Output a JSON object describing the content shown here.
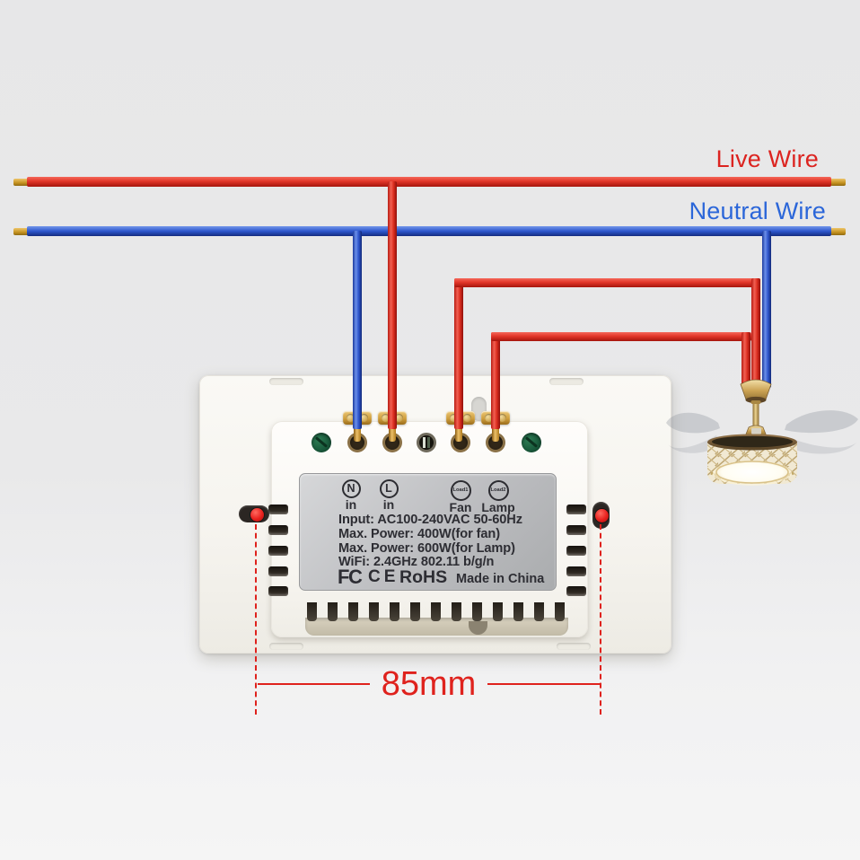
{
  "wires": {
    "live_label": "Live Wire",
    "neutral_label": "Neutral Wire"
  },
  "dimension": {
    "label": "85mm"
  },
  "device": {
    "terminals": [
      {
        "symbol": "N",
        "label": "in"
      },
      {
        "symbol": "L",
        "label": "in"
      },
      {
        "symbol": "Load1",
        "label": "Fan"
      },
      {
        "symbol": "Load2",
        "label": "Lamp"
      }
    ],
    "specs": [
      "Input: AC100-240VAC 50-60Hz",
      "Max. Power: 400W(for fan)",
      "Max. Power: 600W(for Lamp)",
      "WiFi: 2.4GHz 802.11 b/g/n"
    ],
    "certs": {
      "fcc": "FC",
      "ce": "CE",
      "rohs": "RoHS"
    },
    "origin": "Made in China"
  },
  "colors": {
    "live-label": "#dc2420",
    "neutral-label": "#2b66d9",
    "annotation": "#df221d",
    "label-text": "#2d2d33"
  }
}
